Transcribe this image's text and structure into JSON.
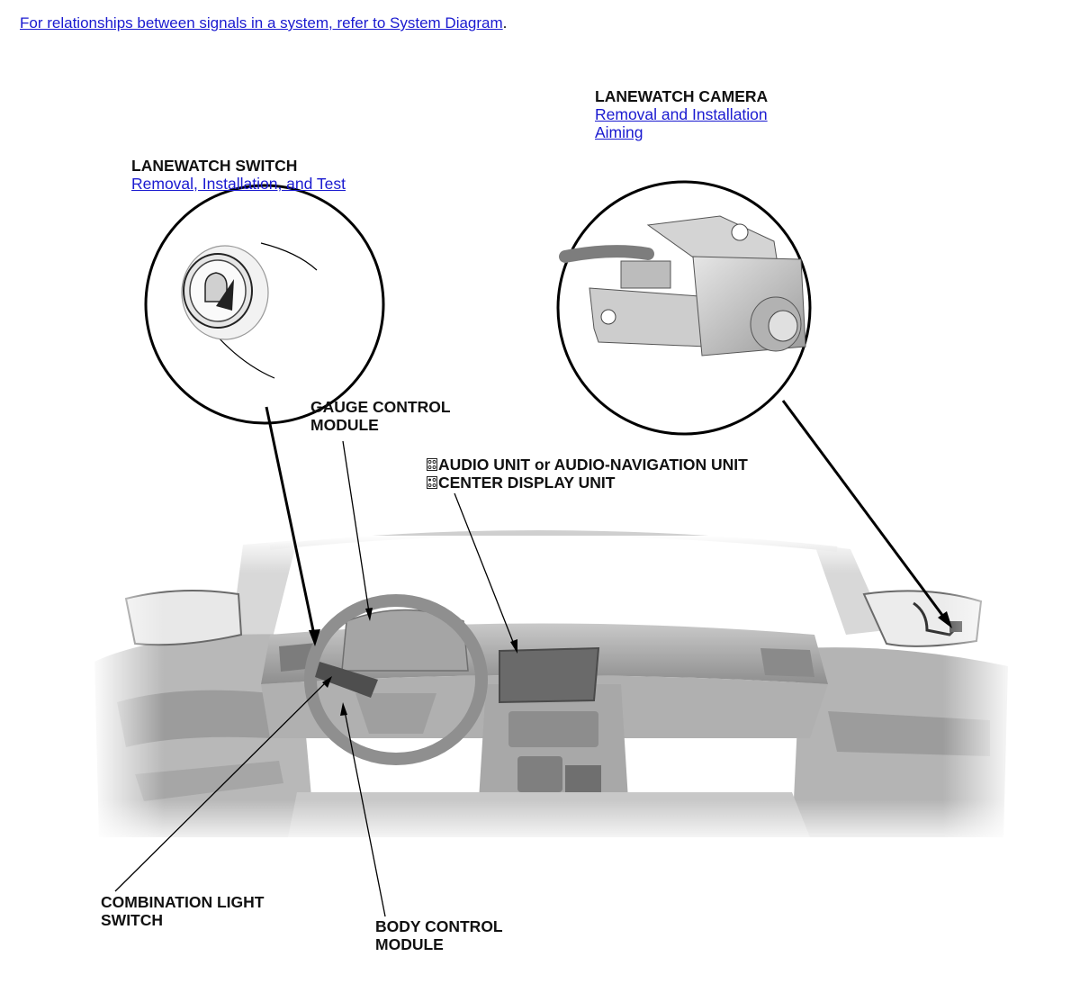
{
  "intro": {
    "text": "For relationships between signals in a system, refer to System Diagram",
    "suffix": "."
  },
  "callouts": {
    "lanewatch_camera": {
      "title": "LANEWATCH CAMERA",
      "links": [
        "Removal and Installation",
        "Aiming"
      ]
    },
    "lanewatch_switch": {
      "title": "LANEWATCH SWITCH",
      "links": [
        "Removal, Installation, and Test"
      ]
    },
    "gauge_control_module": {
      "line1": "GAUGE CONTROL",
      "line2": "MODULE"
    },
    "audio_unit": {
      "line1": "AUDIO UNIT or AUDIO-NAVIGATION UNIT",
      "line2": "CENTER DISPLAY UNIT",
      "icon": "model-variant-icon"
    },
    "combination_light_switch": {
      "line1": "COMBINATION LIGHT",
      "line2": "SWITCH"
    },
    "body_control_module": {
      "line1": "BODY CONTROL",
      "line2": "MODULE"
    }
  },
  "colors": {
    "link": "#1a1ad0",
    "label": "#111111",
    "line": "#000000"
  }
}
